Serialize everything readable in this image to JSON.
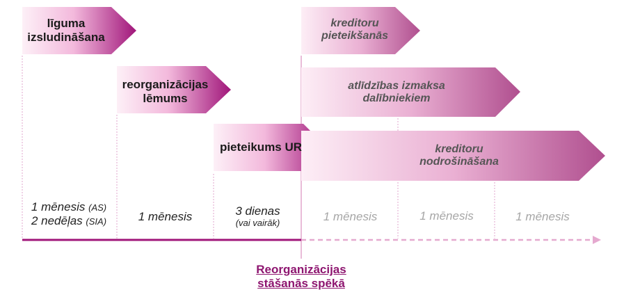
{
  "colors": {
    "magenta_dark": "#a0167a",
    "pink_light": "#fce9f4",
    "mauve_dark": "#b04f8f",
    "axis_solid": "#a0167a",
    "axis_dashed": "#e5a9cf",
    "guide": "#e2a6cc"
  },
  "steps": {
    "step1": {
      "line1": "līguma",
      "line2": "izsludināšana"
    },
    "step2": {
      "line1": "reorganizācijas",
      "line2": "lēmums"
    },
    "step3": {
      "line1": "pieteikums UR"
    },
    "step4": {
      "line1": "kreditoru",
      "line2": "pieteikšanās"
    },
    "step5": {
      "line1": "atlīdzības izmaksa",
      "line2": "dalībniekiem"
    },
    "step6": {
      "line1": "kreditoru",
      "line2": "nodrošināšana"
    }
  },
  "durations": {
    "d1": {
      "line1": "1 mēnesis",
      "note1": "(AS)",
      "line2": "2 nedēļas",
      "note2": "(SIA)"
    },
    "d2": {
      "text": "1 mēnesis"
    },
    "d3": {
      "text": "3 dienas",
      "note": "(vai vairāk)"
    },
    "d4": {
      "text": "1 mēnesis"
    },
    "d5": {
      "text": "1 mēnesis"
    },
    "d6": {
      "text": "1 mēnesis"
    }
  },
  "milestone": {
    "line1": "Reorganizācijas",
    "line2": "stāšanās spēkā"
  }
}
